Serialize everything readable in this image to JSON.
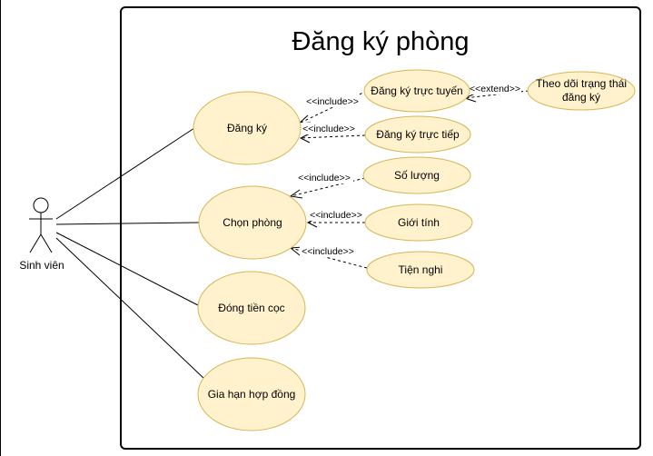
{
  "system": {
    "title": "Đăng ký phòng"
  },
  "actor": {
    "name": "Sinh viên"
  },
  "use_cases": {
    "dang_ky": "Đăng ký",
    "chon_phong": "Chọn phòng",
    "dong_tien_coc": "Đóng tiền cọc",
    "gia_han": "Gia hạn hợp đồng",
    "truc_tuyen": "Đăng ký trực tuyến",
    "truc_tiep": "Đăng ký trực tiếp",
    "theo_doi_1": "Theo dõi trạng thái",
    "theo_doi_2": "đăng ký",
    "so_luong": "Số lượng",
    "gioi_tinh": "Giới tính",
    "tien_nghi": "Tiện nghi"
  },
  "relations": {
    "include": "<<include>>",
    "extend": "<<extend>>"
  }
}
